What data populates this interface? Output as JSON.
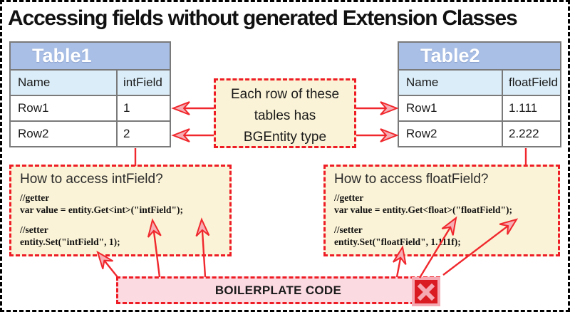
{
  "title": "Accessing fields without generated Extension Classes",
  "tables": {
    "table1": {
      "title": "Table1",
      "columns": [
        "Name",
        "intField"
      ],
      "rows": [
        {
          "name": "Row1",
          "value": "1"
        },
        {
          "name": "Row2",
          "value": "2"
        }
      ]
    },
    "table2": {
      "title": "Table2",
      "columns": [
        "Name",
        "floatField"
      ],
      "rows": [
        {
          "name": "Row1",
          "value": "1.111"
        },
        {
          "name": "Row2",
          "value": "2.222"
        }
      ]
    }
  },
  "note": {
    "line1": "Each row of these",
    "line2": "tables has",
    "line3": "BGEntity type"
  },
  "code_boxes": {
    "left": {
      "title": "How to access intField?",
      "getter_comment": "//getter",
      "getter_code": "var value = entity.Get<int>(\"intField\");",
      "setter_comment": "//setter",
      "setter_code": "entity.Set(\"intField\", 1);"
    },
    "right": {
      "title": "How to access floatField?",
      "getter_comment": "//getter",
      "getter_code": "var value = entity.Get<float>(\"floatField\");",
      "setter_comment": "//setter",
      "setter_code": "entity.Set(\"floatField\", 1.111f);"
    }
  },
  "boilerplate": {
    "label": "BOILERPLATE CODE",
    "icon": "x-cross-icon"
  },
  "colors": {
    "table_header_blue": "#a9bfe6",
    "table_subheader_blue": "#dbedf8",
    "box_cream": "#fbf3d7",
    "boilerplate_pink": "#fbdae1",
    "dashed_red": "#ee1c24",
    "arrow_red": "#f0282d",
    "arrowhead_pink": "#f6aeb4",
    "icon_red": "#da1b22",
    "icon_pink": "#f5a9b2",
    "table_border_gray": "#7a7a7a"
  }
}
